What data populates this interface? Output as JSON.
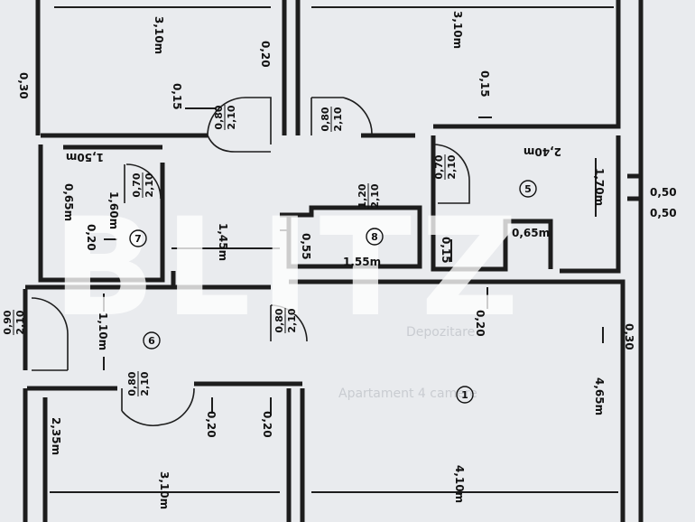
{
  "watermark": "BLITZ",
  "rooms": [
    {
      "number": "1"
    },
    {
      "number": "5"
    },
    {
      "number": "6"
    },
    {
      "number": "7"
    },
    {
      "number": "8"
    }
  ],
  "dimensions": {
    "top_left_width": "3,10m",
    "top_right_width": "3,10m",
    "left_wall": "0,30",
    "wall_a": "0,20",
    "wall_b": "0,15",
    "wall_c": "0,15",
    "corridor_width": "2,40m",
    "room5_depth": "1,70m",
    "ext_top": "0,50",
    "ext_bottom": "0,50",
    "room7_width": "1,50m",
    "room7_height": "0,65m",
    "room7_depth": "1,60m",
    "room7_wall": "0,20",
    "hall_depth": "1,45m",
    "room8_width": "1,55m",
    "room8_wall": "0,55",
    "room8_wall_b": "0,15",
    "closet_width": "0,65m",
    "room6_depth": "1,10m",
    "mid_wall": "0,20",
    "right_wall": "0,30",
    "room1_depth": "4,65m",
    "room6_wall_left": "0,20",
    "room6_wall_right": "0,20",
    "bottom_left_depth": "2,35m",
    "bottom_left_width": "3,10m",
    "bottom_right_width": "4,10m"
  },
  "doors": {
    "d1_w": "0,80",
    "d1_h": "2,10",
    "d2_w": "0,80",
    "d2_h": "2,10",
    "d3_w": "0,70",
    "d3_h": "2,10",
    "d4_w": "1,20",
    "d4_h": "2,10",
    "d5_w": "0,70",
    "d5_h": "2,10",
    "d6_w": "0,80",
    "d6_h": "2,10",
    "d7_w": "0,90",
    "d7_h": "2,10",
    "d8_w": "0,80",
    "d8_h": "2,10"
  },
  "faint_text": {
    "ft1": "Depozitare",
    "ft2": "Apartament 4 camere"
  }
}
